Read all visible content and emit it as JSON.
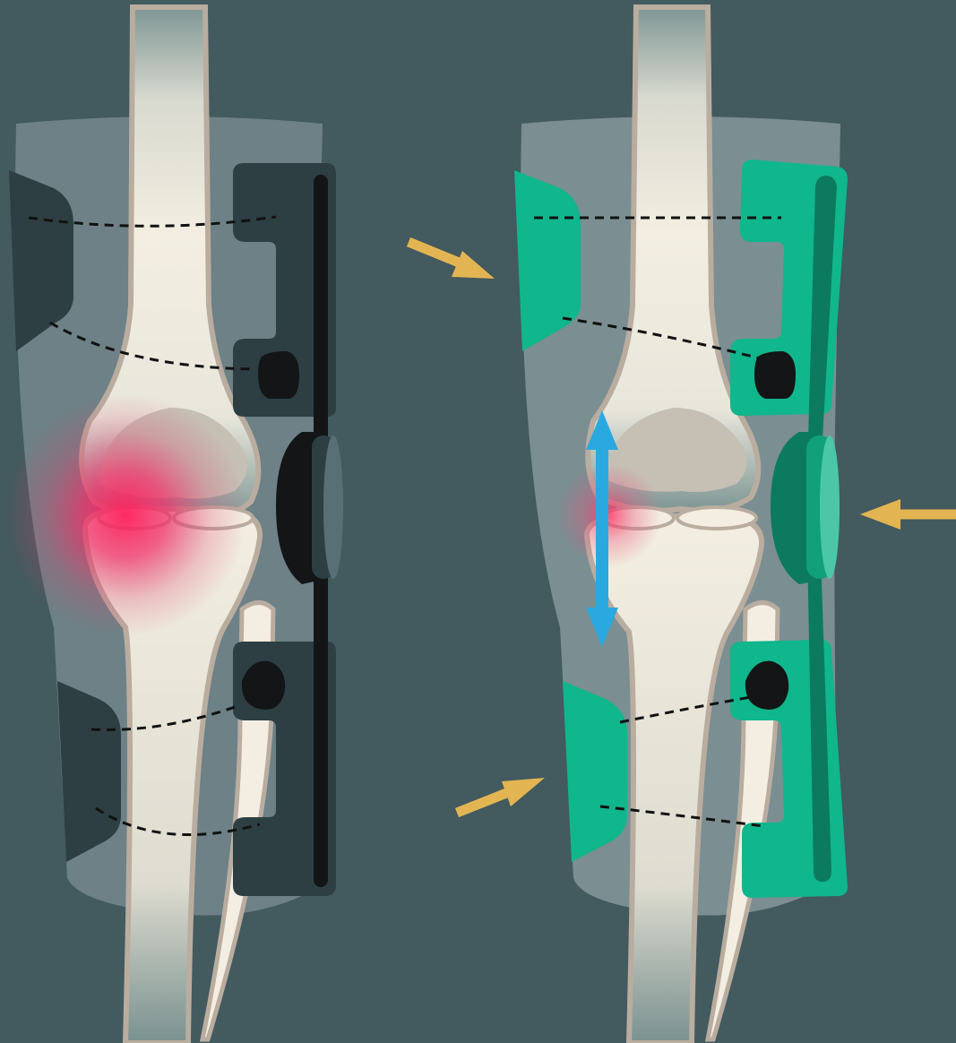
{
  "colors": {
    "background": "#435a5f",
    "leg_silhouette": "#8fa3a6",
    "bone_fill": "#f3eee1",
    "bone_outline": "#b9ada0",
    "femur_condyle": "#c5bfb4",
    "brace_inactive": "#2e3f44",
    "brace_active": "#10b68c",
    "brace_active_dark": "#0c7a5f",
    "hinge_inactive": "#131516",
    "pain_glow": "#ff1f5a",
    "force_arrow": "#e3b552",
    "distraction_arrow": "#2aa9e0",
    "strap_dashes": "#111111"
  },
  "panels": [
    {
      "id": "without-brace-correction",
      "state": "painful, brace unloaded",
      "pain_intensity": 1.0
    },
    {
      "id": "with-brace-correction",
      "state": "brace engaged, joint unloaded",
      "pain_intensity": 0.35
    }
  ],
  "icons": {
    "pain": "pain-glow-icon",
    "force": "force-arrow-icon",
    "distraction": "double-headed-arrow-icon"
  }
}
